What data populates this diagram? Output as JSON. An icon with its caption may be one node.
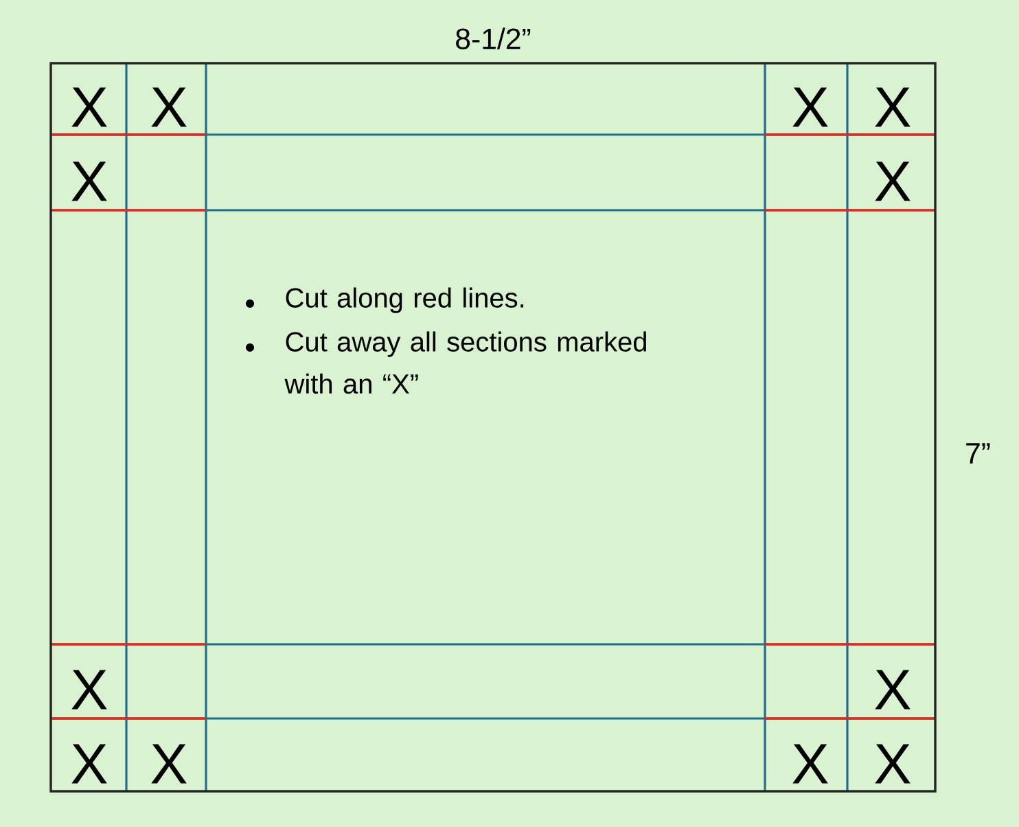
{
  "diagram": {
    "labels": [
      "8-1/2”",
      "X",
      "X",
      "X",
      "X",
      "X",
      "X",
      "Cut along red lines.",
      "Cut away all sections marked with an “X”",
      "7”",
      "X",
      "X",
      "X",
      "X",
      "X",
      "X"
    ]
  }
}
